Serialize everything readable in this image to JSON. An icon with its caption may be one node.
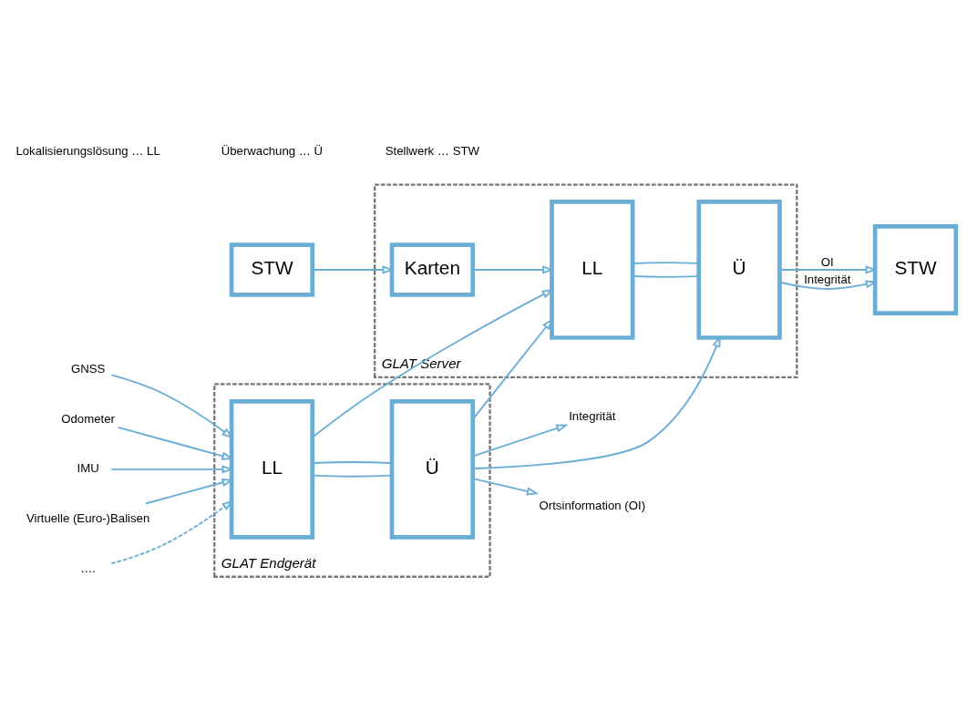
{
  "diagram": {
    "nodes": [
      {
        "text": [
          "GLAT Endgerät"
        ]
      },
      {
        "text": [
          "LL"
        ],
        "in": 0
      },
      {
        "text": [
          "Ü"
        ],
        "in": 0
      },
      {
        "text": [
          "GLAT Server"
        ]
      },
      {
        "text": [
          "LL"
        ],
        "in": 3
      },
      {
        "text": [
          "Ü"
        ],
        "in": 3
      },
      {
        "text": [
          "Karten"
        ],
        "in": 3
      },
      {
        "text": [
          "STW"
        ]
      },
      {
        "text": [
          "STW"
        ]
      },
      {
        "text": [
          "GNSS"
        ]
      },
      {
        "text": [
          "Odometer"
        ]
      },
      {
        "text": [
          "IMU"
        ]
      },
      {
        "text": [
          "Virtuelle (Euro-)Balisen"
        ]
      },
      {
        "text": [
          "…."
        ]
      },
      {
        "text": [
          "Ortsinformation (OI)"
        ]
      },
      {
        "text": [
          "Integrität"
        ]
      }
    ],
    "edges": [
      {
        "from": 9,
        "to": 1,
        "arrow": "to"
      },
      {
        "from": 10,
        "to": 1,
        "arrow": "to"
      },
      {
        "from": 11,
        "to": 1,
        "arrow": "to"
      },
      {
        "from": 12,
        "to": 1,
        "arrow": "to"
      },
      {
        "from": 13,
        "to": 1,
        "arrow": "to",
        "style": "dashed"
      },
      {
        "from": 1,
        "to": 2,
        "arrow": "none"
      },
      {
        "from": 1,
        "to": 2,
        "arrow": "none"
      },
      {
        "from": 2,
        "to": 14,
        "arrow": "to"
      },
      {
        "from": 2,
        "to": 15,
        "arrow": "to"
      },
      {
        "from": 1,
        "to": 4,
        "arrow": "to"
      },
      {
        "from": 2,
        "to": 4,
        "arrow": "to"
      },
      {
        "from": 2,
        "to": 5,
        "arrow": "to"
      },
      {
        "from": 4,
        "to": 5,
        "arrow": "none"
      },
      {
        "from": 4,
        "to": 5,
        "arrow": "none"
      },
      {
        "from": 5,
        "to": 7,
        "arrow": "to",
        "label": "OI"
      },
      {
        "from": 5,
        "to": 7,
        "arrow": "to",
        "label": "Integrität"
      },
      {
        "from": 6,
        "to": 4,
        "arrow": "to"
      },
      {
        "from": 8,
        "to": 6,
        "arrow": "to"
      }
    ],
    "labels": [
      "Lokalisierungslösung … LL",
      "Überwachung … Ü",
      "Stellwerk … STW"
    ]
  }
}
